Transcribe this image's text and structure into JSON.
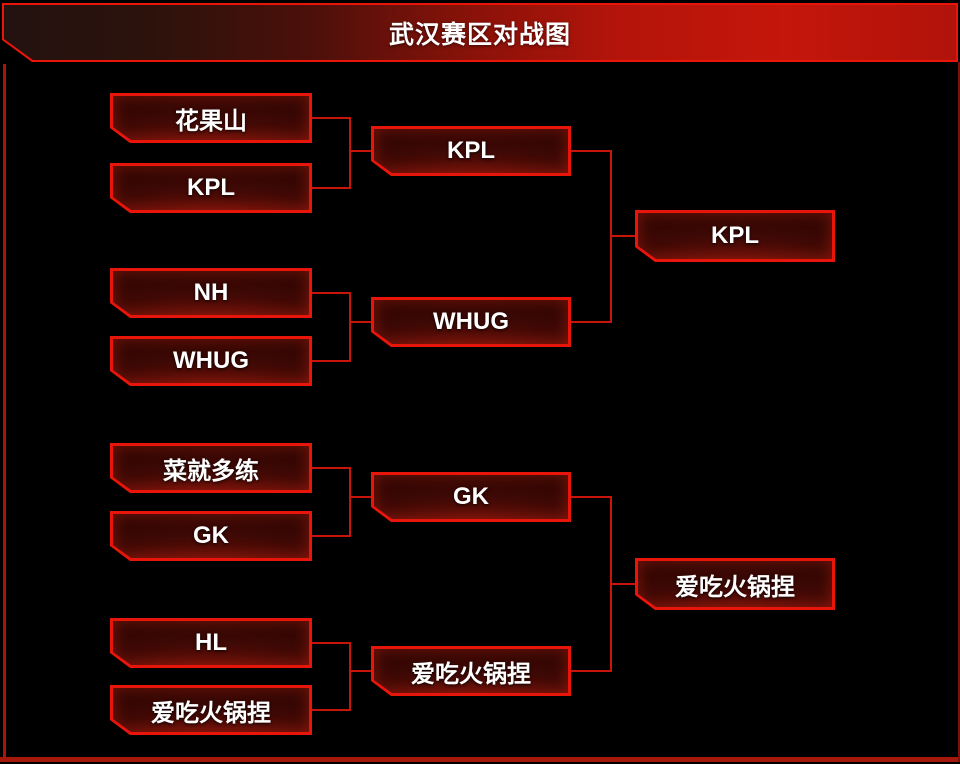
{
  "title": "武汉赛区对战图",
  "bracket": {
    "rounds": [
      {
        "name": "round-1",
        "teams": [
          "花果山",
          "KPL",
          "NH",
          "WHUG",
          "菜就多练",
          "GK",
          "HL",
          "爱吃火锅捏"
        ]
      },
      {
        "name": "round-2",
        "teams": [
          "KPL",
          "WHUG",
          "GK",
          "爱吃火锅捏"
        ]
      },
      {
        "name": "round-3",
        "teams": [
          "KPL",
          "爱吃火锅捏"
        ]
      }
    ]
  },
  "colors": {
    "background": "#000000",
    "accent_border": "#e8150b",
    "banner_red": "#c4160b",
    "connector": "#c8150b",
    "box_fill_dark": "#200402",
    "box_fill_red": "#70120a",
    "frame_border": "#a6170c",
    "text": "#ffffff"
  }
}
